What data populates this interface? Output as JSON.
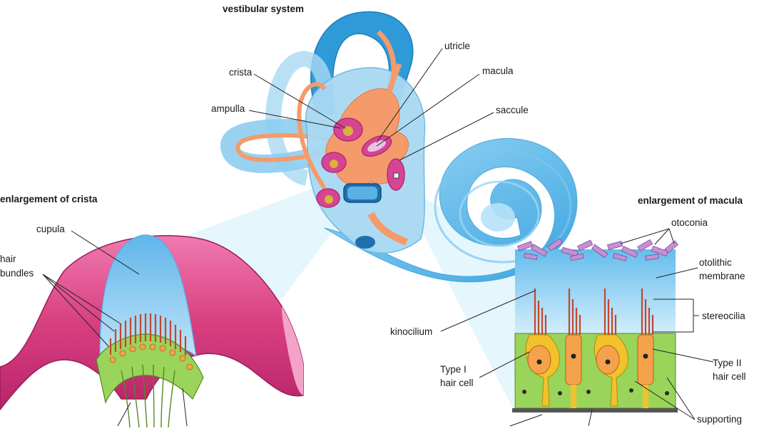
{
  "titles": {
    "vestibular": "vestibular system",
    "crista": "enlargement of crista",
    "macula": "enlargement of macula"
  },
  "labels": {
    "utricle": "utricle",
    "crista": "crista",
    "macula": "macula",
    "ampulla": "ampulla",
    "saccule": "saccule",
    "cupula": "cupula",
    "hair_bundles_1": "hair",
    "hair_bundles_2": "bundles",
    "otoconia": "otoconia",
    "otolithic_1": "otolithic",
    "otolithic_2": "membrane",
    "stereocilia": "stereocilia",
    "kinocilium": "kinocilium",
    "type1_1": "Type I",
    "type1_2": "hair cell",
    "type2_1": "Type II",
    "type2_2": "hair cell",
    "supporting": "supporting"
  },
  "colors": {
    "fluid_blue": "#6ec3ec",
    "membrane_orange": "#f59a6a",
    "crista_pink": "#d8407f",
    "cupula_blue": "#8fcdf2",
    "support_green": "#9ad45a",
    "hair_cell_orange": "#f5a34a",
    "nerve_yellow": "#f2c12e",
    "otoconia_purple": "#c58fd6",
    "hair_red": "#c2472e"
  },
  "icons": [
    "coiled-cochlea-shape",
    "semicircular-canals-shape"
  ]
}
